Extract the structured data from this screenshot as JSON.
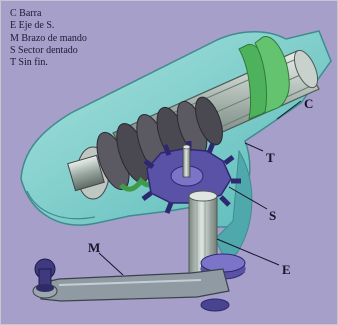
{
  "legend": [
    "C Barra",
    "E Eje de S.",
    "M Brazo de mando",
    "S Sector dentado",
    "T Sin fin."
  ],
  "callouts": {
    "C": "C",
    "T": "T",
    "S": "S",
    "E": "E",
    "M": "M"
  },
  "colors": {
    "background": "#a69fc9",
    "housing": "#7fd2d0",
    "housing_shadow": "#4fa8ab",
    "worm_gear": "#5e5d66",
    "gear_teeth_green": "#3f9a4a",
    "sector_purple": "#5a52a6",
    "shaft_steel": "#b7c3bc",
    "arm_steel": "#8f9aa3"
  }
}
